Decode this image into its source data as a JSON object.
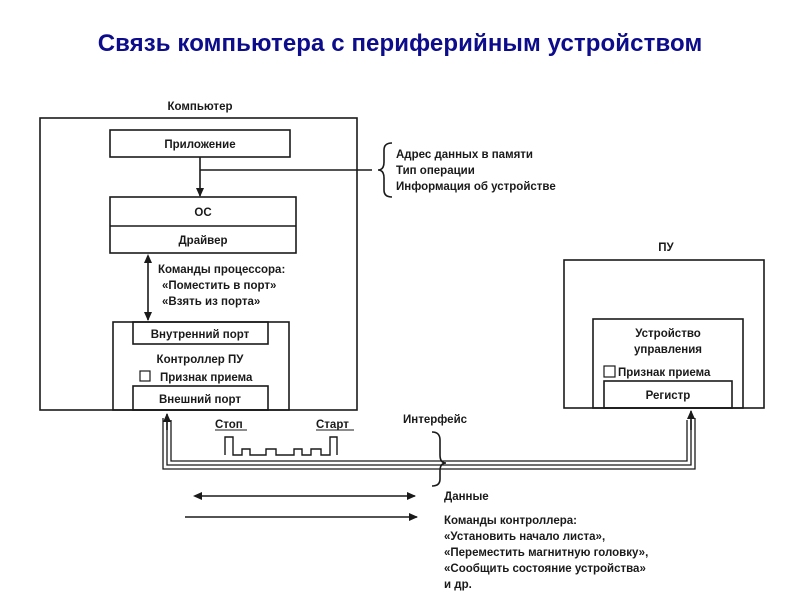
{
  "title": "Связь компьютера с периферийным устройством",
  "computer": {
    "label": "Компьютер",
    "application": "Приложение",
    "os": "ОС",
    "driver": "Драйвер",
    "call_params": [
      "Адрес данных в памяти",
      "Тип операции",
      "Информация об устройстве"
    ],
    "processor_commands": [
      "Команды процессора:",
      "«Поместить в порт»",
      "«Взять из порта»"
    ],
    "controller": {
      "internal_port": "Внутренний порт",
      "label": "Контроллер ПУ",
      "receive_flag": "Признак приема",
      "external_port": "Внешний порт"
    }
  },
  "peripheral": {
    "label": "ПУ",
    "control_unit": [
      "Устройство",
      "управления"
    ],
    "receive_flag": "Признак приема",
    "register": "Регистр"
  },
  "interface": {
    "label": "Интерфейс",
    "stop": "Стоп",
    "start": "Старт"
  },
  "legend": {
    "data": "Данные",
    "controller_commands": [
      "Команды контроллера:",
      "«Установить начало листа»,",
      "«Переместить магнитную головку»,",
      "«Сообщить состояние устройства»",
      "и др."
    ]
  },
  "colors": {
    "title": "#0c0c8c",
    "lines": "#1a1a1a"
  }
}
